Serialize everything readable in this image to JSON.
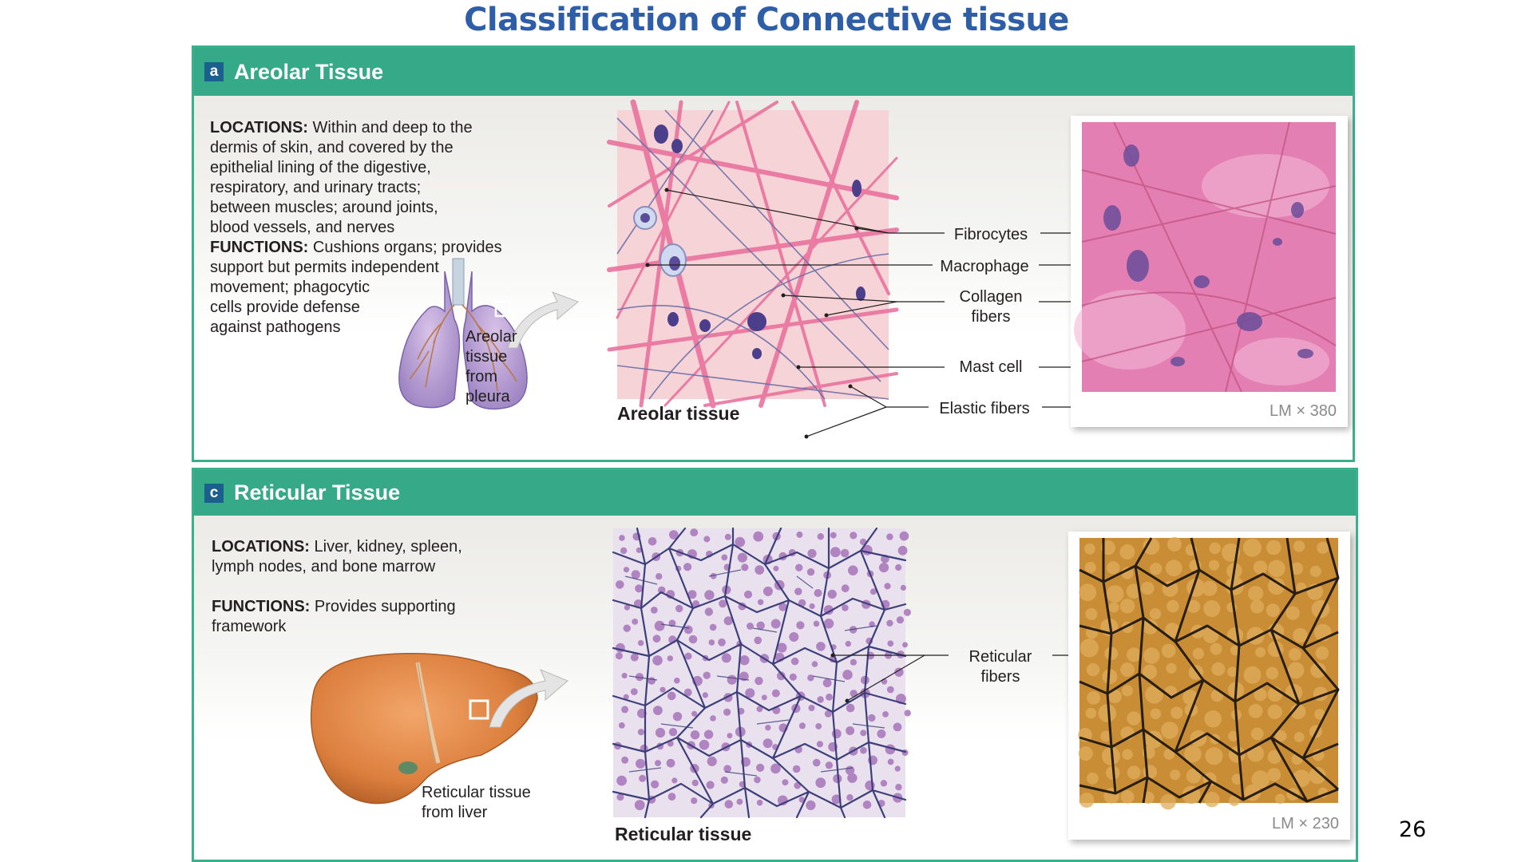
{
  "slide": {
    "title": "Classification of Connective tissue",
    "page_number": "26"
  },
  "panel_a": {
    "badge": "a",
    "title": "Areolar Tissue",
    "locations_label": "LOCATIONS:",
    "locations_lines": [
      " Within and deep to the",
      "dermis of skin, and covered by the",
      "epithelial lining of the digestive,",
      "respiratory, and urinary tracts;",
      "between muscles; around joints,",
      "blood vessels, and nerves"
    ],
    "functions_label": "FUNCTIONS:",
    "functions_lines": [
      " Cushions organs; provides",
      "support but permits independent",
      "movement; phagocytic",
      "cells provide defense",
      "against pathogens"
    ],
    "organ_caption_lines": [
      "Areolar",
      "tissue",
      "from",
      "pleura"
    ],
    "drawing_caption": "Areolar tissue",
    "labels": {
      "fibrocytes": "Fibrocytes",
      "macrophage": "Macrophage",
      "collagen_1": "Collagen",
      "collagen_2": "fibers",
      "mast_cell": "Mast cell",
      "elastic": "Elastic fibers"
    },
    "magnification": "LM × 380",
    "colors": {
      "drawing_bg": "#f6d3d7",
      "micro_bg": "#e47fb3",
      "collagen": "#e86c9a",
      "elastic": "#6b6fa8",
      "nucleus": "#4b3f8c"
    }
  },
  "panel_c": {
    "badge": "c",
    "title": "Reticular Tissue",
    "locations_label": "LOCATIONS:",
    "locations_lines": [
      " Liver, kidney, spleen,",
      "lymph nodes, and bone marrow"
    ],
    "functions_label": "FUNCTIONS:",
    "functions_lines": [
      " Provides supporting",
      "framework"
    ],
    "organ_caption_lines": [
      "Reticular tissue",
      "from liver"
    ],
    "drawing_caption": "Reticular tissue",
    "labels": {
      "reticular_1": "Reticular",
      "reticular_2": "fibers"
    },
    "magnification": "LM × 230",
    "colors": {
      "drawing_bg": "#e9e1ee",
      "cells": "#a774b8",
      "fibers": "#3d3f7a",
      "micro_bg": "#c98d36",
      "micro_fibers": "#1a1410"
    }
  },
  "theme": {
    "header_green": "#36aa88",
    "border_green": "#3bb08d",
    "badge_blue": "#1b5f8c",
    "title_blue": "#2e5ea8"
  },
  "icons": [
    "lungs-illustration",
    "liver-illustration",
    "pointer-arrow-icon"
  ]
}
